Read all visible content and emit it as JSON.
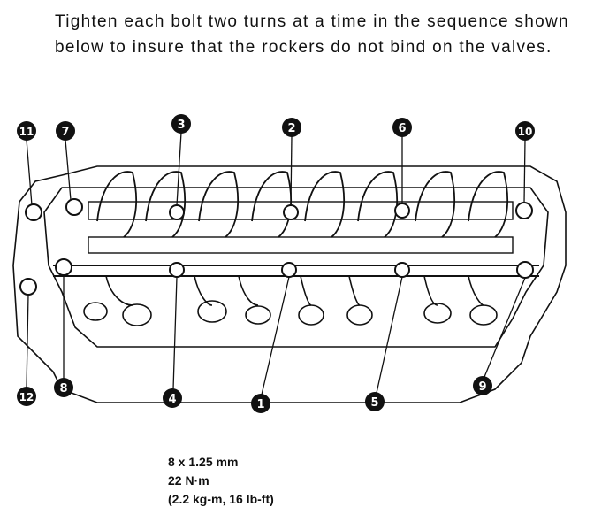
{
  "instruction": "Tighten each bolt two turns at a time in the sequence shown below to insure that the rockers do not bind on the valves.",
  "sequence_markers": [
    {
      "n": "11",
      "bolt": "left-outer-top"
    },
    {
      "n": "7",
      "bolt": "left-top"
    },
    {
      "n": "3",
      "bolt": "center-left-top"
    },
    {
      "n": "2",
      "bolt": "center-top"
    },
    {
      "n": "6",
      "bolt": "center-right-top"
    },
    {
      "n": "10",
      "bolt": "right-top"
    },
    {
      "n": "12",
      "bolt": "left-outer-bottom"
    },
    {
      "n": "8",
      "bolt": "left-bottom"
    },
    {
      "n": "4",
      "bolt": "center-left-bottom"
    },
    {
      "n": "1",
      "bolt": "center-bottom"
    },
    {
      "n": "5",
      "bolt": "center-right-bottom"
    },
    {
      "n": "9",
      "bolt": "right-bottom"
    }
  ],
  "spec": {
    "size": "8 x 1.25 mm",
    "torque_nm": "22 N·m",
    "torque_alt": "(2.2 kg-m, 16 lb-ft)"
  },
  "colors": {
    "ink": "#111111",
    "marker_fill": "#111111",
    "marker_text": "#ffffff"
  }
}
